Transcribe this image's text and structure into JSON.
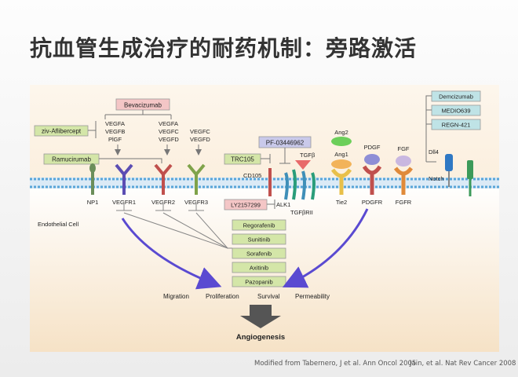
{
  "title": "抗血管生成治疗的耐药机制：旁路激活",
  "drugs": {
    "bevacizumab": "Bevacizumab",
    "aflibercept": "ziv-Aflibercept",
    "ramucirumab": "Ramucirumab",
    "pf": "PF-03446962",
    "trc105": "TRC105",
    "ly": "LY2157299",
    "demcizumab": "Demcizumab",
    "medio": "MEDIO639",
    "regn": "REGN-421"
  },
  "ligands": {
    "vegfa1": "VEGFA",
    "vegfb": "VEGFB",
    "plgf": "PlGF",
    "vegfa2": "VEGFA",
    "vegfc1": "VEGFC",
    "vegfd1": "VEGFD",
    "vegfc2": "VEGFC",
    "vegfd2": "VEGFD",
    "tgfb": "TGFβ",
    "ang2": "Ang2",
    "ang1": "Ang1",
    "pdgf": "PDGF",
    "fgf": "FGF",
    "dll4": "Dll4"
  },
  "receptors": {
    "np1": "NP1",
    "vegfr1": "VEGFR1",
    "vegfr2": "VEGFR2",
    "vegfr3": "VEGFR3",
    "cd105": "CD105",
    "alk1": "ALK1",
    "tgfbrii": "TGFβRII",
    "tie2": "Tie2",
    "pdgfr": "PDGFR",
    "fgfr": "FGFR",
    "notch": "Notch"
  },
  "cell_label": "Endothelial Cell",
  "tki": [
    "Regorafenib",
    "Sunitinib",
    "Sorafenib",
    "Axitinib",
    "Pazopanib"
  ],
  "outcomes": [
    "Migration",
    "Proliferation",
    "Survival",
    "Permeability"
  ],
  "result": "Angiogenesis",
  "footer": {
    "left": "Modified from Tabernero, J et al. Ann Oncol 2005",
    "right": "Jain, et al. Nat Rev Cancer 2008"
  },
  "colors": {
    "title": "#333333",
    "membrane": "#5aa5d8",
    "drug_box_green": "#d4e6a8",
    "drug_box_pink": "#f4c6c6",
    "drug_box_blue": "#c9c9ea",
    "notch_box": "#bfe3e6",
    "vegfr1": "#5b4db3",
    "vegfr2": "#c0504d",
    "vegfr3": "#7fa34a",
    "tgfb_arrow": "#e86a6a"
  }
}
